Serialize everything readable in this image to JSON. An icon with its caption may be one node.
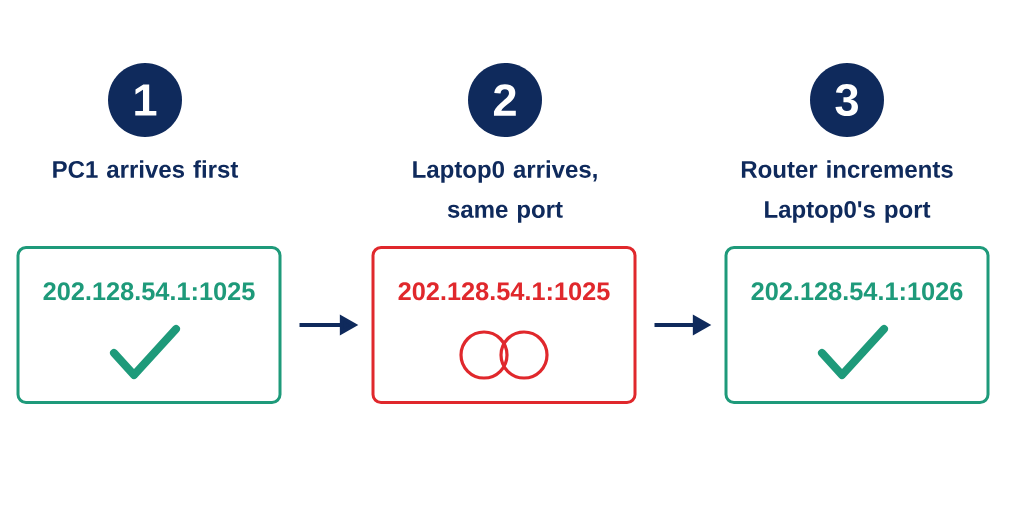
{
  "diagram": {
    "nodes": [
      {
        "text": [
          "1"
        ],
        "beside": [
          "PC1 arrives first"
        ]
      },
      {
        "text": [
          "202.128.54.1:1025"
        ]
      },
      {
        "text": [
          "2"
        ],
        "beside": [
          "Laptop0 arrives, same port"
        ]
      },
      {
        "text": [
          "202.128.54.1:1025"
        ]
      },
      {
        "text": [
          "3"
        ],
        "beside": [
          "Router increments Laptop0's port"
        ]
      },
      {
        "text": [
          "202.128.54.1:1026"
        ]
      }
    ],
    "edges": [
      {
        "from": 1,
        "to": 3,
        "arrow": "to"
      },
      {
        "from": 3,
        "to": 5,
        "arrow": "to"
      }
    ]
  }
}
